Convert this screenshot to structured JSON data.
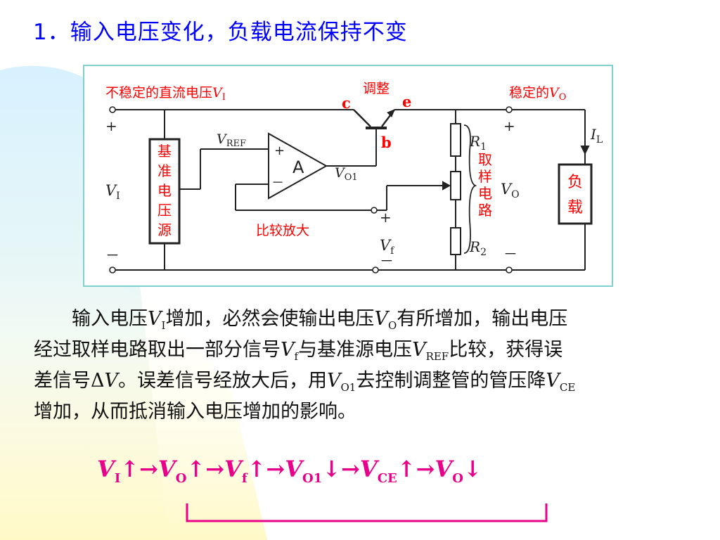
{
  "title": "1．输入电压变化，负载电流保持不变",
  "colors": {
    "title": "#0000ff",
    "label_red": "#ff0000",
    "chain": "#e8008a",
    "wire": "#222222",
    "frame": "#7fd0cf"
  },
  "circuit": {
    "input_label": "不稳定的直流电压",
    "input_var": "V",
    "input_sub": "I",
    "adjust_label": "调整",
    "terminal_c": "c",
    "terminal_e": "e",
    "terminal_b": "b",
    "output_label": "稳定的",
    "output_var": "V",
    "output_sub": "O",
    "plus": "+",
    "minus": "－",
    "vi": "V",
    "vi_sub": "I",
    "ref_block": [
      "基",
      "准",
      "电",
      "压",
      "源"
    ],
    "vref": "V",
    "vref_sub": "REF",
    "amp": "A",
    "amp_plus": "+",
    "amp_minus": "－",
    "vo1": "V",
    "vo1_sub": "O1",
    "compare_label": "比较放大",
    "vf": "V",
    "vf_sub": "f",
    "r1": "R",
    "r1_sub": "1",
    "r2": "R",
    "r2_sub": "2",
    "sampling": [
      "取",
      "样",
      "电",
      "路"
    ],
    "vo_right": "V",
    "vo_right_sub": "O",
    "il": "I",
    "il_sub": "L",
    "load": [
      "负",
      "载"
    ]
  },
  "paragraph": {
    "l1_a": "输入电压",
    "l1_v1": "V",
    "l1_s1": "I",
    "l1_b": "增加，必然会使输出电压",
    "l1_v2": "V",
    "l1_s2": "O",
    "l1_c": "有所增加，输出电压",
    "l2_a": "经过取样电路取出一部分信号",
    "l2_v1": "V",
    "l2_s1": "f",
    "l2_b": "与基准源电压",
    "l2_v2": "V",
    "l2_s2": "REF",
    "l2_c": "比较，获得误",
    "l3_a": "差信号Δ",
    "l3_v1": "V",
    "l3_b": "。误差信号经放大后，用",
    "l3_v2": "V",
    "l3_s2": "O1",
    "l3_c": "去控制调整管的管压降",
    "l3_v3": "V",
    "l3_s3": "CE",
    "l4": "增加，从而抵消输入电压增加的影响。"
  },
  "chain": {
    "v1": "V",
    "s1": "I",
    "a1": "↑→",
    "v2": "V",
    "s2": "O",
    "a2": "↑→",
    "v3": "V",
    "s3": "f",
    "a3": "↑→",
    "v4": "V",
    "s4": "O1",
    "a4": "↓→",
    "v5": "V",
    "s5": "CE",
    "a5": "↑→",
    "v6": "V",
    "s6": "O",
    "a6": "↓"
  }
}
